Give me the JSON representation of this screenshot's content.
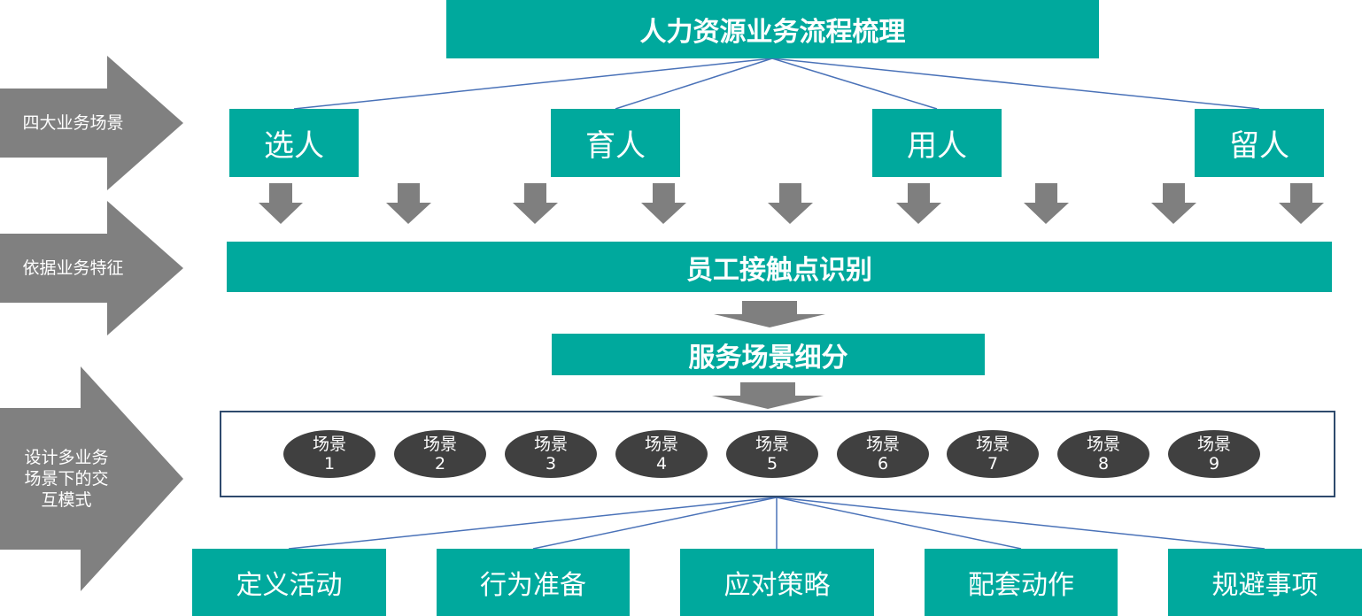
{
  "title": "人力资源业务流程梳理",
  "side_labels": {
    "row1": "四大业务场景",
    "row2": "依据业务特征",
    "row3_lines": [
      "设计多业务",
      "场景下的交",
      "互模式"
    ]
  },
  "categories": [
    "选人",
    "育人",
    "用人",
    "留人"
  ],
  "bar1": "员工接触点识别",
  "bar2": "服务场景细分",
  "scenes": [
    {
      "label": "场景",
      "num": "1"
    },
    {
      "label": "场景",
      "num": "2"
    },
    {
      "label": "场景",
      "num": "3"
    },
    {
      "label": "场景",
      "num": "4"
    },
    {
      "label": "场景",
      "num": "5"
    },
    {
      "label": "场景",
      "num": "6"
    },
    {
      "label": "场景",
      "num": "7"
    },
    {
      "label": "场景",
      "num": "8"
    },
    {
      "label": "场景",
      "num": "9"
    }
  ],
  "outputs": [
    "定义活动",
    "行为准备",
    "应对策略",
    "配套动作",
    "规避事项"
  ],
  "colors": {
    "teal": "#00a99d",
    "side_arrow": "#808080",
    "down_arrow": "#7f7f7f",
    "scene_oval": "#404040",
    "frame_border": "#2f4a6d",
    "connector": "#4472c4"
  }
}
